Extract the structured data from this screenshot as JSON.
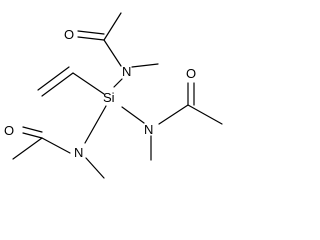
{
  "molecule": {
    "atoms": {
      "si": "Si",
      "n_top": "N",
      "n_right": "N",
      "n_left": "N",
      "o_top": "O",
      "o_right": "O",
      "o_left": "O"
    }
  },
  "colors": {
    "bond": "#000000",
    "label": "#000000",
    "background": "#ffffff"
  }
}
